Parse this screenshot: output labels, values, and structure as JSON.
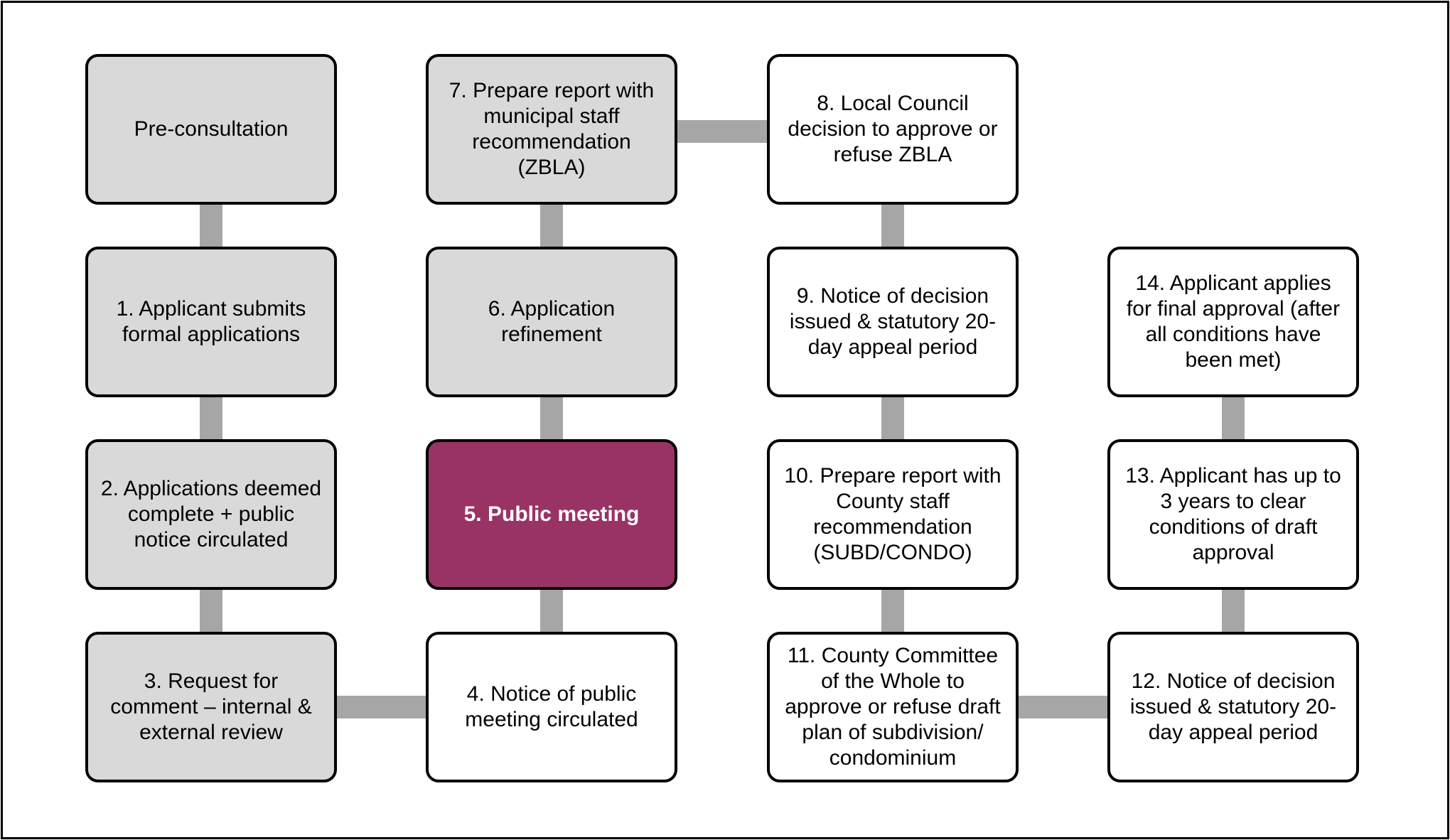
{
  "steps": {
    "pre_consultation": "Pre-consultation",
    "s1": "1. Applicant submits formal applications",
    "s2": "2. Applications deemed complete + public notice circulated",
    "s3": "3. Request for comment – internal & external review",
    "s4": "4. Notice of public meeting circulated",
    "s5": "5. Public meeting",
    "s6": "6. Application refinement",
    "s7": "7. Prepare report with municipal staff recommendation (ZBLA)",
    "s8": "8. Local Council decision to approve or refuse ZBLA",
    "s9": "9. Notice of decision issued & statutory 20-day appeal period",
    "s10": "10. Prepare report with County staff recommendation (SUBD/CONDO)",
    "s11": "11. County Committee of the Whole to approve or refuse draft plan of subdivision/ condominium",
    "s12": "12. Notice of decision issued & statutory 20-day appeal period",
    "s13": "13. Applicant has up to 3 years to clear conditions of draft approval",
    "s14": "14. Applicant applies for final approval (after all conditions have been met)"
  },
  "colors": {
    "grey_box": "#d9d9d9",
    "white_box": "#ffffff",
    "highlight_box": "#993366",
    "connector": "#a6a6a6",
    "border": "#000000"
  }
}
